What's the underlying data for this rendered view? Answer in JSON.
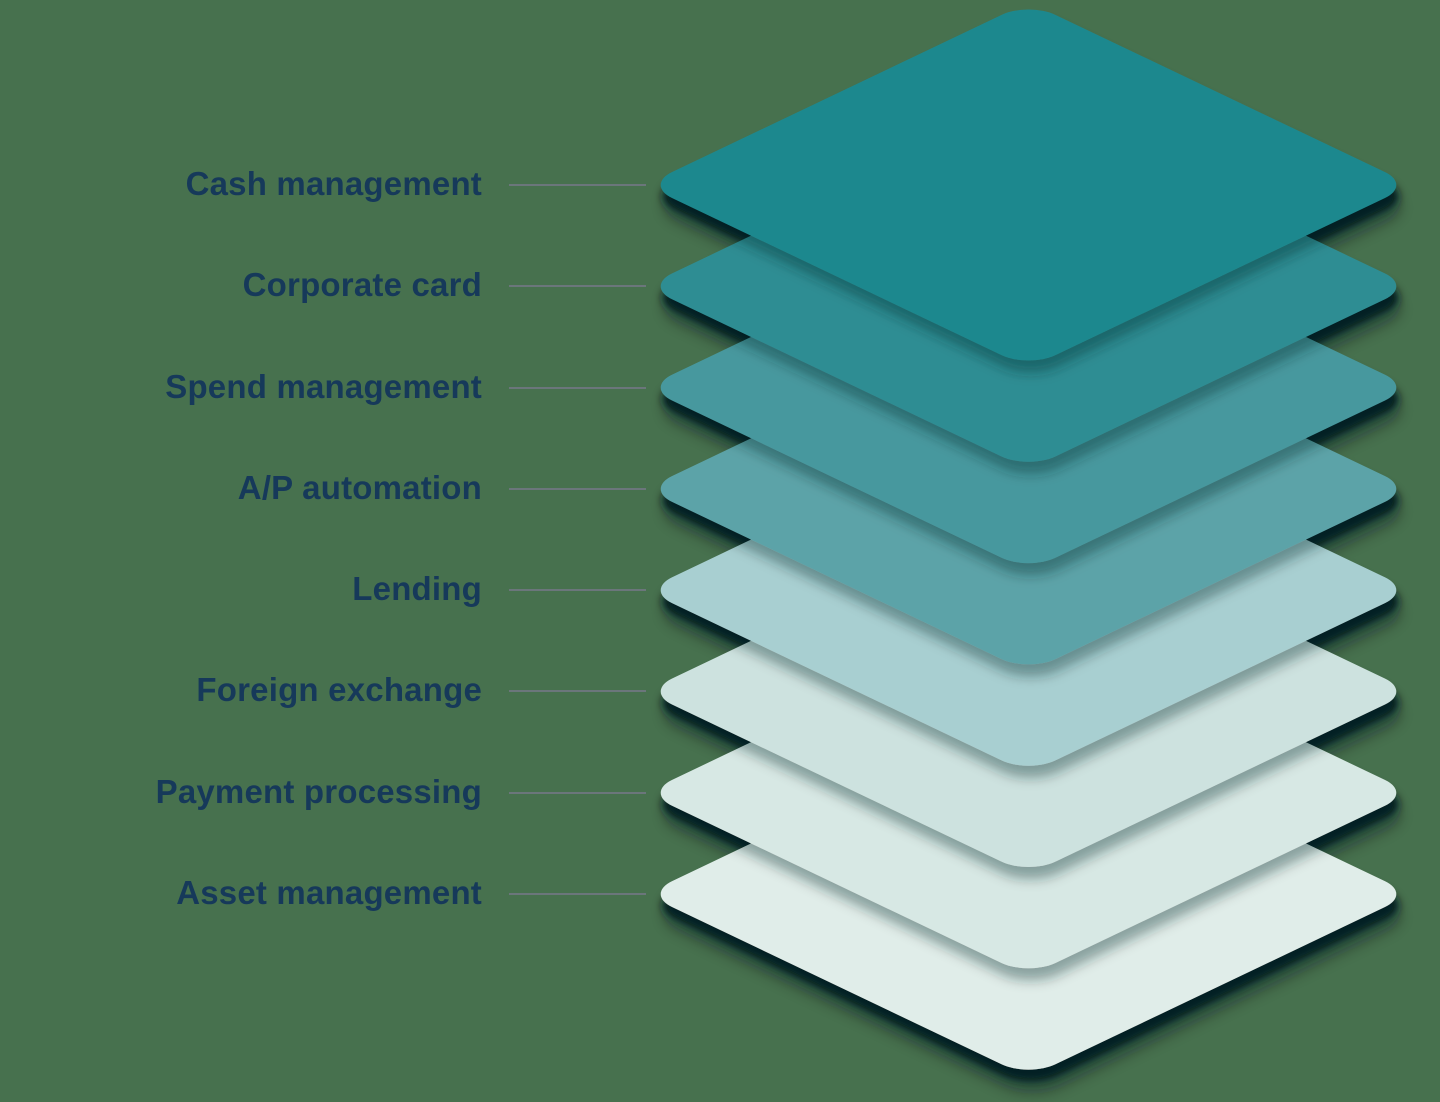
{
  "figure": {
    "type": "layered-stack-diagram",
    "background_color": "#47714E",
    "label_color": "#16395A",
    "connector_color": "#6E767D",
    "outer_shadow_color": "#04121A",
    "inner_shadow_color": "#062029",
    "layers": [
      {
        "label": "Cash management",
        "fill_start": "#1F888E",
        "fill_end": "#095A64"
      },
      {
        "label": "Corporate card",
        "fill_start": "#2F8D93",
        "fill_end": "#136C75"
      },
      {
        "label": "Spend management",
        "fill_start": "#47989E",
        "fill_end": "#21767E"
      },
      {
        "label": "A/P automation",
        "fill_start": "#5CA3A8",
        "fill_end": "#3A868D"
      },
      {
        "label": "Lending",
        "fill_start": "#A8CFD1",
        "fill_end": "#7FB1B4"
      },
      {
        "label": "Foreign exchange",
        "fill_start": "#CDE2DF",
        "fill_end": "#AFCDCA"
      },
      {
        "label": "Payment processing",
        "fill_start": "#D7E8E4",
        "fill_end": "#BED7D3"
      },
      {
        "label": "Asset management",
        "fill_start": "#E0EDE9",
        "fill_end": "#CDE2DD"
      }
    ]
  }
}
